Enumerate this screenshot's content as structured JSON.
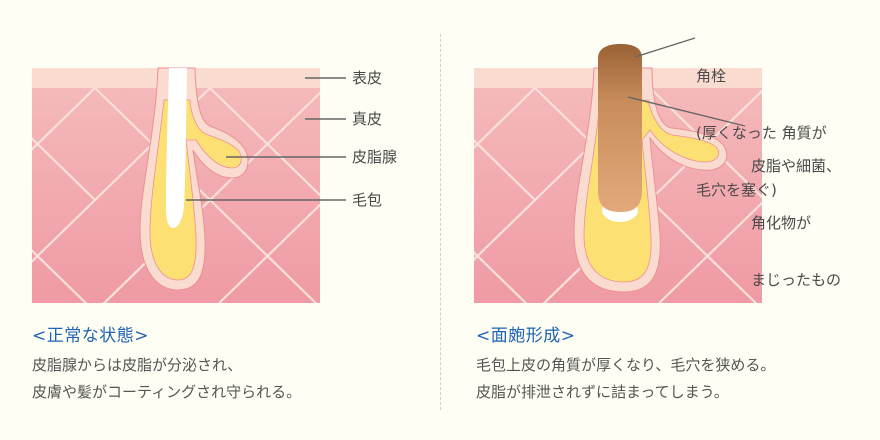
{
  "colors": {
    "background": "#fffef4",
    "epidermis": "#f9dccf",
    "dermis_top": "#f5bcbc",
    "dermis_bottom": "#ef9aa4",
    "grid_line": "#fbe0dc",
    "sebum": "#fde073",
    "follicle_wall": "#f9dccf",
    "follicle_outline": "#ef8f95",
    "plug_top": "#9a6235",
    "plug_bottom": "#e3a97a",
    "leader_line": "#666666",
    "caption_title": "#1e63b4",
    "caption_body": "#555555",
    "label_text": "#4a4a4a"
  },
  "left": {
    "labels": {
      "epidermis": "表皮",
      "dermis": "真皮",
      "sebaceous_gland": "皮脂腺",
      "hair_follicle": "毛包"
    },
    "caption": {
      "title": "<正常な状態>",
      "line1": "皮脂腺からは皮脂が分泌され、",
      "line2": "皮膚や髪がコーティングされ守られる。"
    }
  },
  "right": {
    "labels": {
      "plug_line1": "角栓",
      "plug_line2": "(厚くなった 角質が",
      "plug_line3": "毛穴を塞ぐ)",
      "mix_line1": "皮脂や細菌、",
      "mix_line2": "角化物が",
      "mix_line3": "まじったもの"
    },
    "caption": {
      "title": "<面皰形成>",
      "line1": "毛包上皮の角質が厚くなり、毛穴を狭める。",
      "line2": "皮脂が排泄されずに詰まってしまう。"
    }
  }
}
